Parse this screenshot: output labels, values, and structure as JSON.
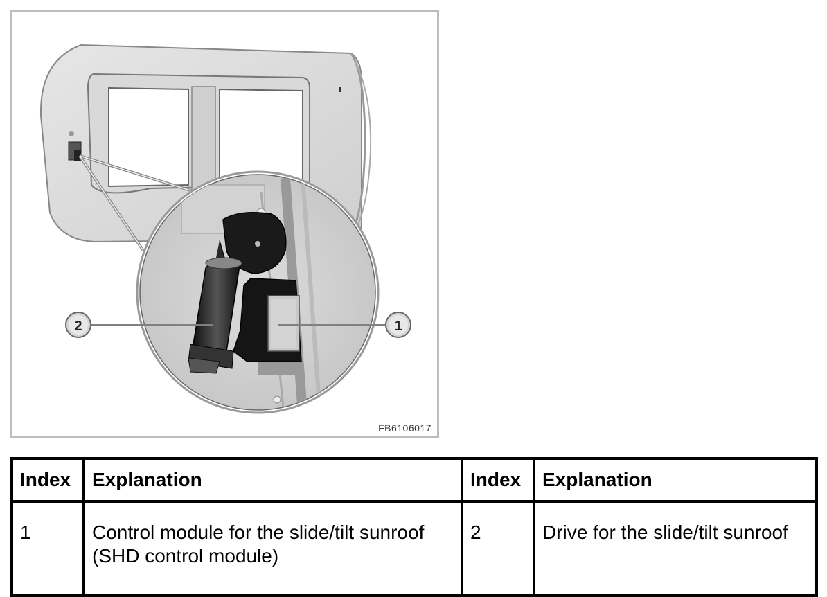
{
  "figure": {
    "code": "FB6106017",
    "callouts": [
      {
        "label": "1",
        "target": "control-module"
      },
      {
        "label": "2",
        "target": "drive-motor"
      }
    ]
  },
  "table": {
    "headers": [
      "Index",
      "Explanation",
      "Index",
      "Explanation"
    ],
    "rows": [
      {
        "index1": "1",
        "expl1_line1": "Control module for the slide/tilt sunroof",
        "expl1_line2": "(SHD control module)",
        "index2": "2",
        "expl2": "Drive for the slide/tilt sunroof"
      }
    ]
  }
}
